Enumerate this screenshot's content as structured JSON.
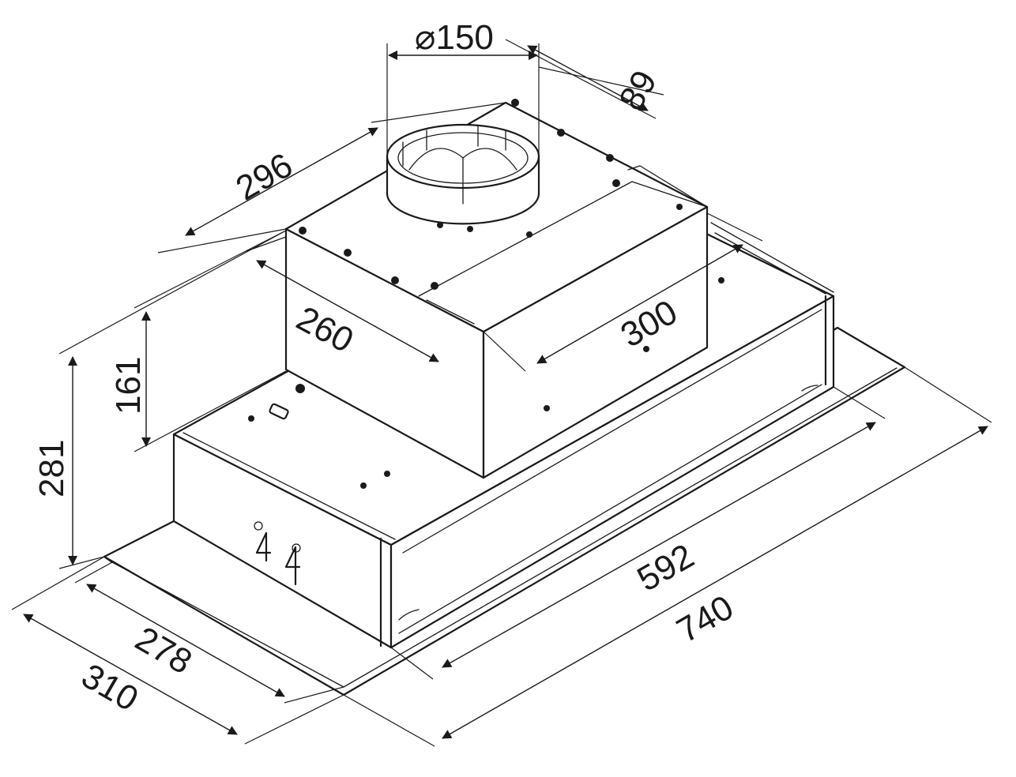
{
  "colors": {
    "line": "#1a1a1a",
    "background": "#ffffff"
  },
  "dimensions": {
    "duct_diameter": "⌀150",
    "duct_offset": "89",
    "motor_box_depth": "296",
    "motor_box_width_left": "260",
    "motor_box_width_right": "300",
    "motor_box_height": "161",
    "total_height": "281",
    "inner_depth": "278",
    "outer_depth": "310",
    "inner_width": "592",
    "outer_width": "740"
  }
}
